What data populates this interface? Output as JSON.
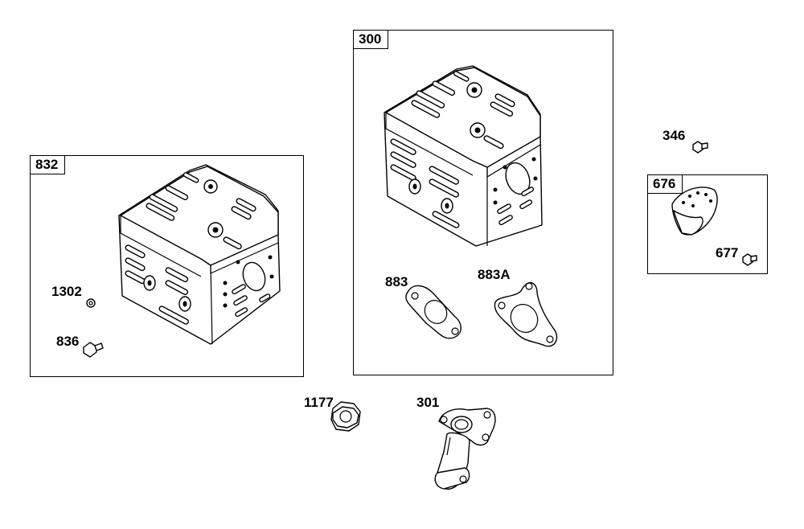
{
  "groups": {
    "g832": "832",
    "g300": "300",
    "g676": "676"
  },
  "parts": {
    "p1302": "1302",
    "p836": "836",
    "p883": "883",
    "p883a": "883A",
    "p346": "346",
    "p677": "677",
    "p1177": "1177",
    "p301": "301"
  }
}
